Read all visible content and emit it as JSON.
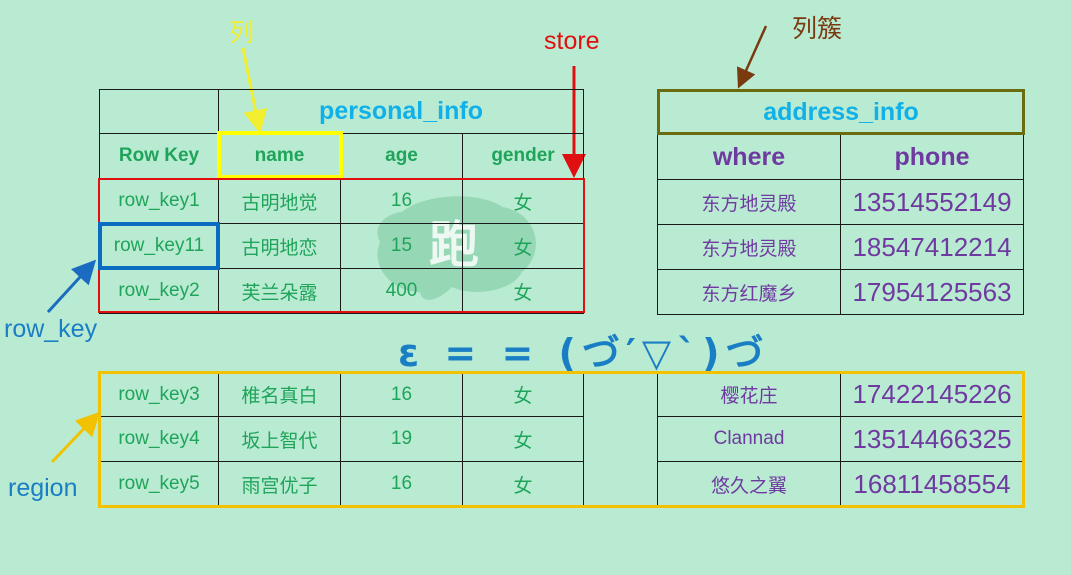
{
  "labels": {
    "column": "列",
    "store": "store",
    "column_family": "列簇",
    "row_key": "row_key",
    "region": "region",
    "emoticon": "ε = = (づ′▽`)づ"
  },
  "personal_info": {
    "title": "personal_info",
    "headers": [
      "Row Key",
      "name",
      "age",
      "gender"
    ],
    "rows": [
      [
        "row_key1",
        "古明地觉",
        "16",
        "女"
      ],
      [
        "row_key11",
        "古明地恋",
        "15",
        "女"
      ],
      [
        "row_key2",
        "芙兰朵露",
        "400",
        "女"
      ]
    ]
  },
  "address_info": {
    "title": "address_info",
    "headers": [
      "where",
      "phone"
    ],
    "rows": [
      [
        "东方地灵殿",
        "13514552149"
      ],
      [
        "东方地灵殿",
        "18547412214"
      ],
      [
        "东方红魔乡",
        "17954125563"
      ]
    ]
  },
  "region_rows": [
    [
      "row_key3",
      "椎名真白",
      "16",
      "女",
      "樱花庄",
      "17422145226"
    ],
    [
      "row_key4",
      "坂上智代",
      "19",
      "女",
      "Clannad",
      "13514466325"
    ],
    [
      "row_key5",
      "雨宫优子",
      "16",
      "女",
      "悠久之翼",
      "16811458554"
    ]
  ],
  "watermark_glyph": "跑",
  "colors": {
    "background": "#b9ebd3",
    "column_highlight": "#ffff00",
    "store_highlight": "#e01010",
    "row_key_highlight": "#0a6cc0",
    "region_highlight": "#f2c200",
    "column_family_highlight": "#6b6b10",
    "column_family_arrow": "#7a3a10"
  }
}
